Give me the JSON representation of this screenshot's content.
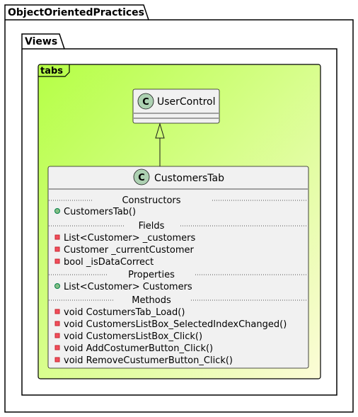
{
  "packages": {
    "outer": {
      "label": "ObjectOrientedPractices"
    },
    "inner": {
      "label": "Views"
    },
    "frame": {
      "label": "tabs"
    }
  },
  "classes": {
    "base": {
      "stereotype_letter": "C",
      "name": "UserControl"
    },
    "derived": {
      "stereotype_letter": "C",
      "name": "CustomersTab",
      "sections": [
        {
          "title": "Constructors",
          "members": [
            {
              "visibility": "public",
              "text": "CustomersTab()"
            }
          ]
        },
        {
          "title": "Fields",
          "members": [
            {
              "visibility": "private",
              "text": "List<Customer> _customers"
            },
            {
              "visibility": "private",
              "text": "Customer _currentCustomer"
            },
            {
              "visibility": "private",
              "text": "bool _isDataCorrect"
            }
          ]
        },
        {
          "title": "Properties",
          "members": [
            {
              "visibility": "public",
              "text": "List<Customer> Customers"
            }
          ]
        },
        {
          "title": "Methods",
          "members": [
            {
              "visibility": "private",
              "text": "void CostumersTab_Load()"
            },
            {
              "visibility": "private",
              "text": "void CustomersListBox_SelectedIndexChanged()"
            },
            {
              "visibility": "private",
              "text": "void CustomersListBox_Click()"
            },
            {
              "visibility": "private",
              "text": "void AddCostumerButton_Click()"
            },
            {
              "visibility": "private",
              "text": "void RemoveCustumerButton_Click()"
            }
          ]
        }
      ]
    }
  },
  "relationship": {
    "type": "generalization",
    "from": "CustomersTab",
    "to": "UserControl"
  },
  "colors": {
    "class_fill": "#F1F1F1",
    "frame_gradient_start": "#B5FF45",
    "frame_gradient_end": "#FCFCD7",
    "circle_fill": "#ADD1B2",
    "public_fill": "#84BE84",
    "public_stroke": "#038048",
    "private_fill": "#F24D5C",
    "private_stroke": "#C82930",
    "line": "#181818"
  }
}
